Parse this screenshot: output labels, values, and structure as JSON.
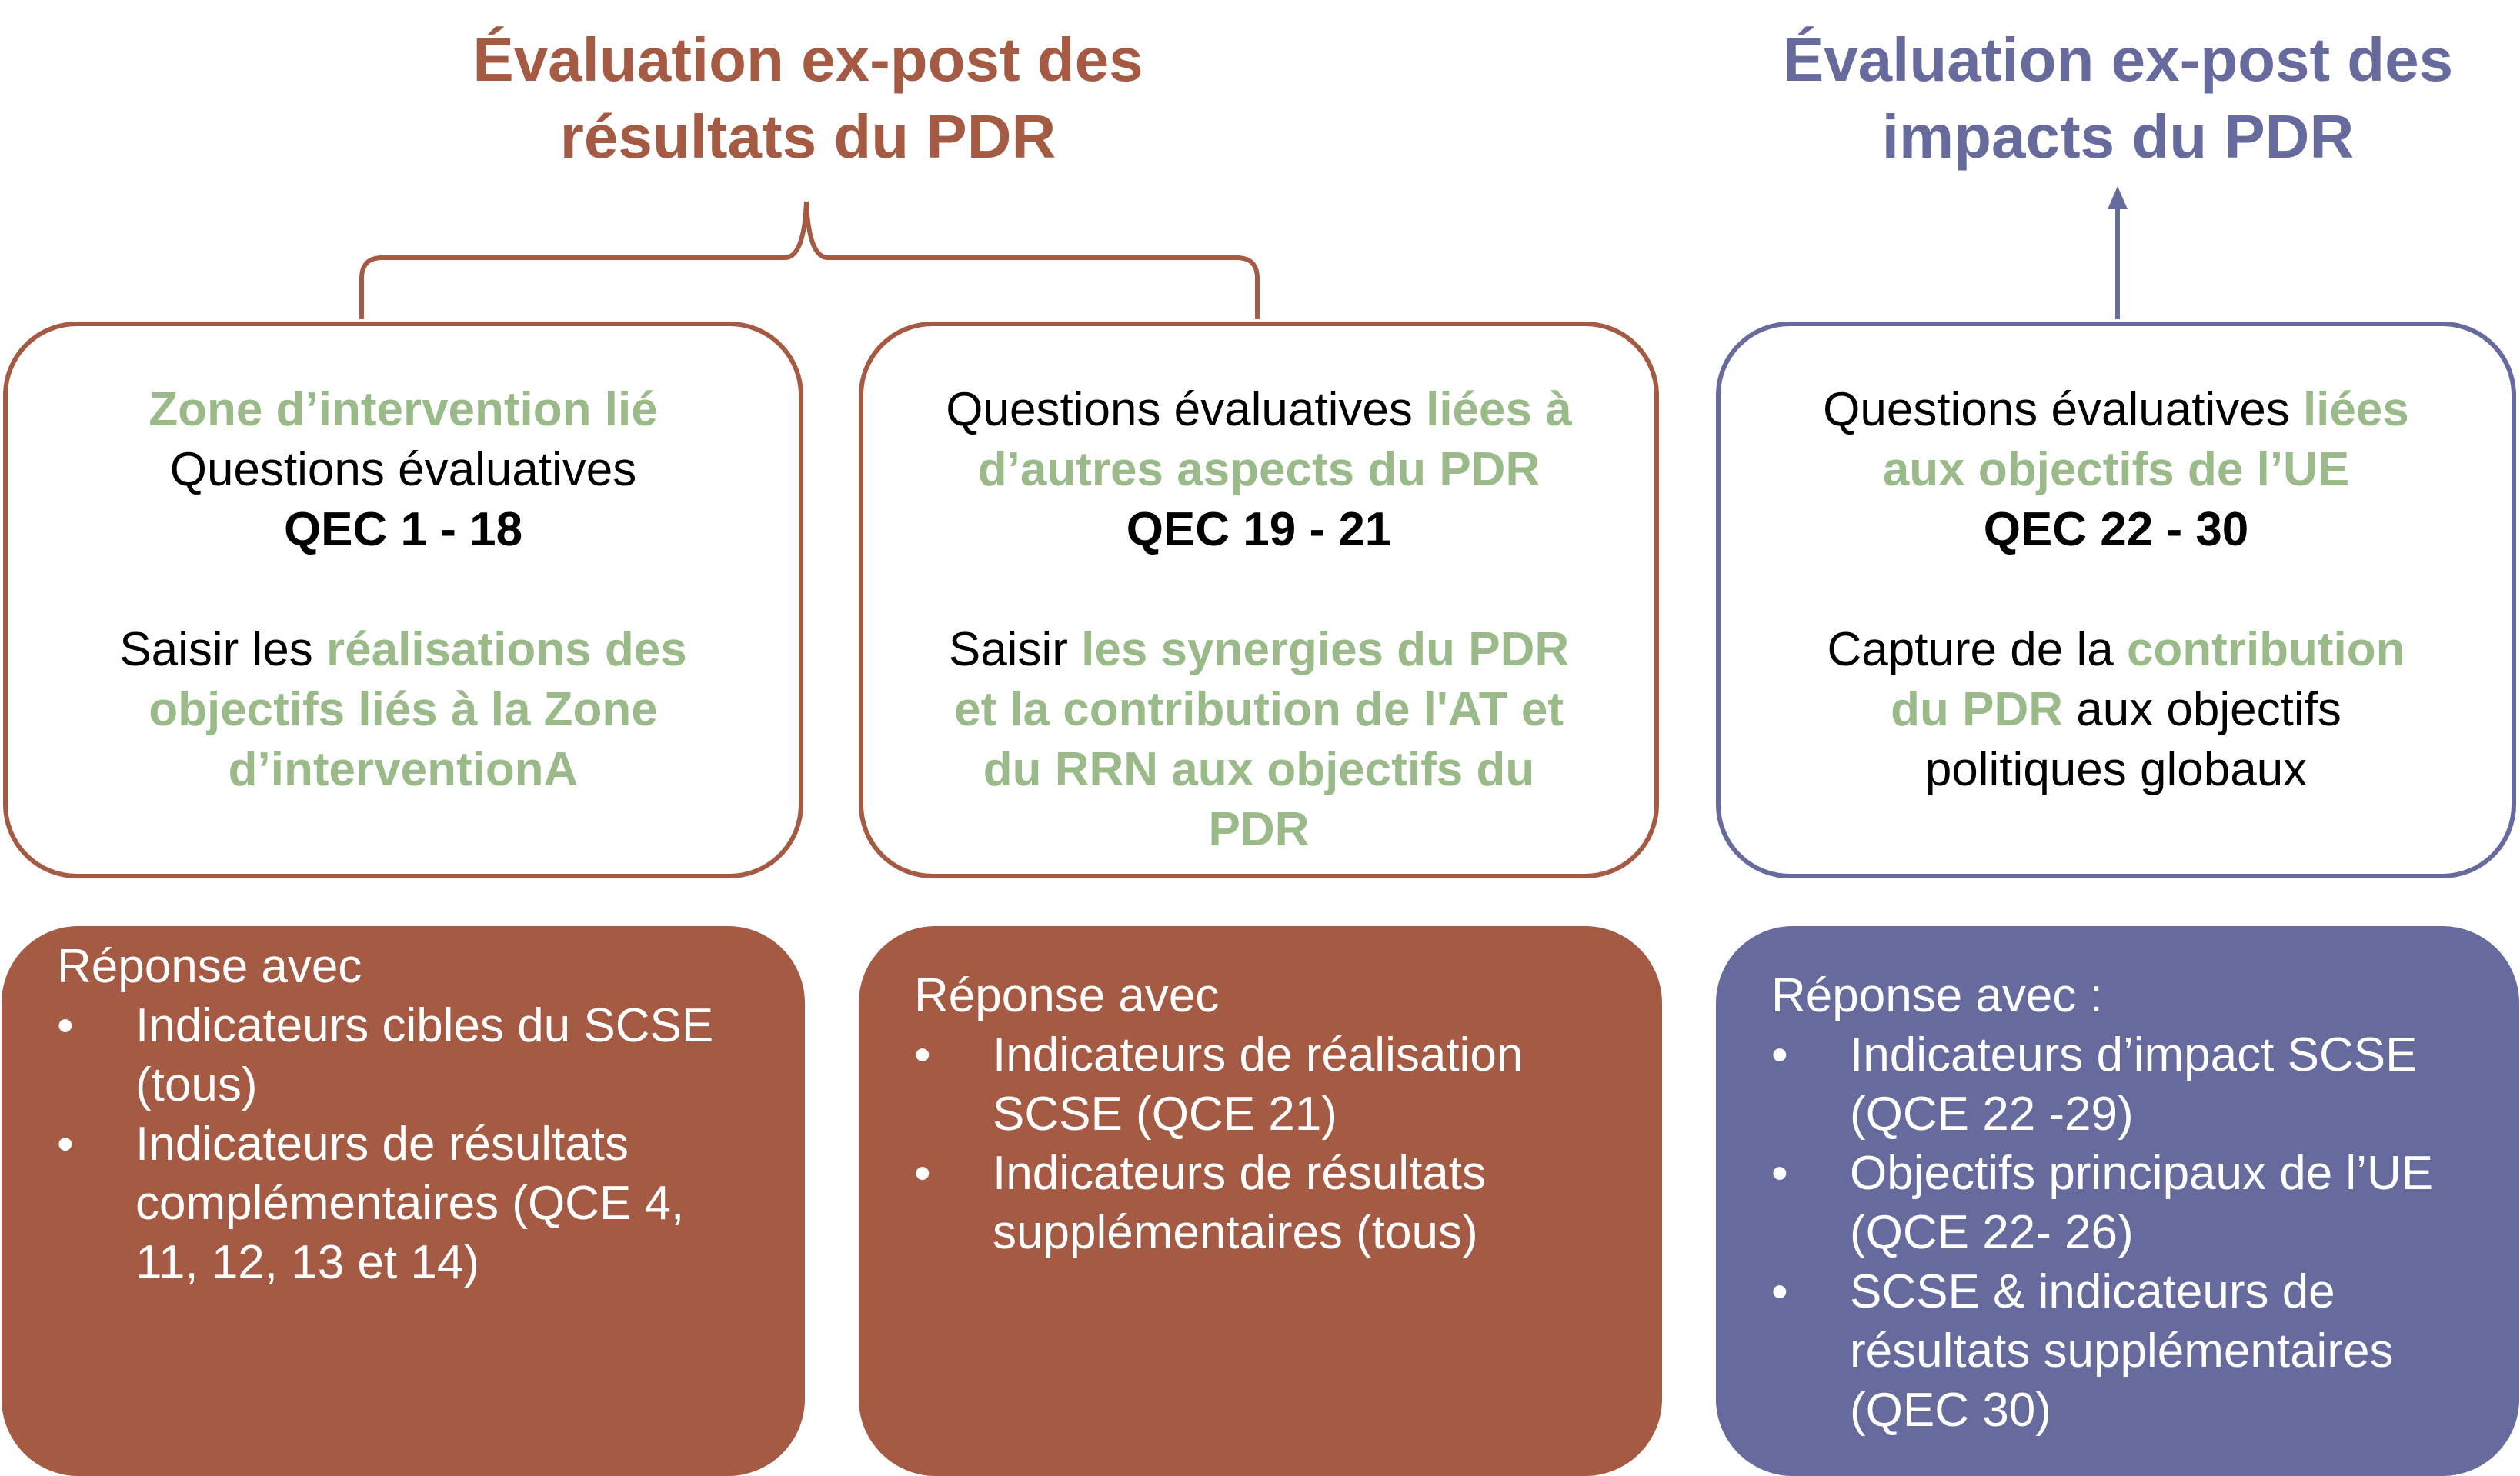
{
  "colors": {
    "rust": "#a55a44",
    "indigo": "#666a9c",
    "green": "#9aba8a",
    "text": "#000000",
    "answer_text": "#ffffff"
  },
  "titles": {
    "results": {
      "line1": "Évaluation ex-post des",
      "line2": "résultats du PDR"
    },
    "impacts": {
      "line1": "Évaluation ex-post des",
      "line2": "impacts du PDR"
    }
  },
  "questions": {
    "box1": {
      "l1": "Zone d’intervention lié",
      "l2": "Questions évaluatives",
      "code": "QEC 1 - 18",
      "p1_plain": "Saisir les ",
      "p1_green": "réalisations des",
      "l5": "objectifs liés à la  Zone",
      "l6": "d’interventionA"
    },
    "box2": {
      "l1_plain": "Questions évaluatives ",
      "l1_green": "liées à",
      "l2": "d’autres aspects du PDR",
      "code": "QEC 19 - 21",
      "p1_plain": "Saisir ",
      "p1_green": "les synergies du PDR",
      "l5": "et la contribution de l'AT et",
      "l6": "du RRN aux objectifs du",
      "l7": "PDR"
    },
    "box3": {
      "l1_plain": "Questions évaluatives ",
      "l1_green": "liées",
      "l2": "aux objectifs de l’UE",
      "code": "QEC 22 - 30",
      "p1_plain": "Capture de la ",
      "p1_green": "contribution",
      "p2_green": "du PDR",
      "p2_plain": " aux objectifs",
      "l6": "politiques globaux"
    }
  },
  "answers": {
    "box1": {
      "lead": "Réponse avec",
      "bullets": [
        {
          "l1": "Indicateurs cibles du SCSE",
          "l2": "(tous)"
        },
        {
          "l1": "Indicateurs de résultats",
          "l2": "complémentaires (QCE 4,",
          "l3": "11, 12, 13 et 14)"
        }
      ]
    },
    "box2": {
      "lead": "Réponse avec",
      "bullets": [
        {
          "l1": "Indicateurs de réalisation",
          "l2": "SCSE (QCE 21)"
        },
        {
          "l1": "Indicateurs de résultats",
          "l2": "supplémentaires (tous)"
        }
      ]
    },
    "box3": {
      "lead": "Réponse avec :",
      "bullets": [
        {
          "l1": "Indicateurs d’impact SCSE",
          "l2": "(QCE 22 -29)"
        },
        {
          "l1": "Objectifs principaux de l’UE",
          "l2": "(QCE 22- 26)"
        },
        {
          "l1": "SCSE & indicateurs de",
          "l2": "résultats supplémentaires",
          "l3": "(QEC 30)"
        }
      ]
    },
    "bullet_char": "•"
  }
}
